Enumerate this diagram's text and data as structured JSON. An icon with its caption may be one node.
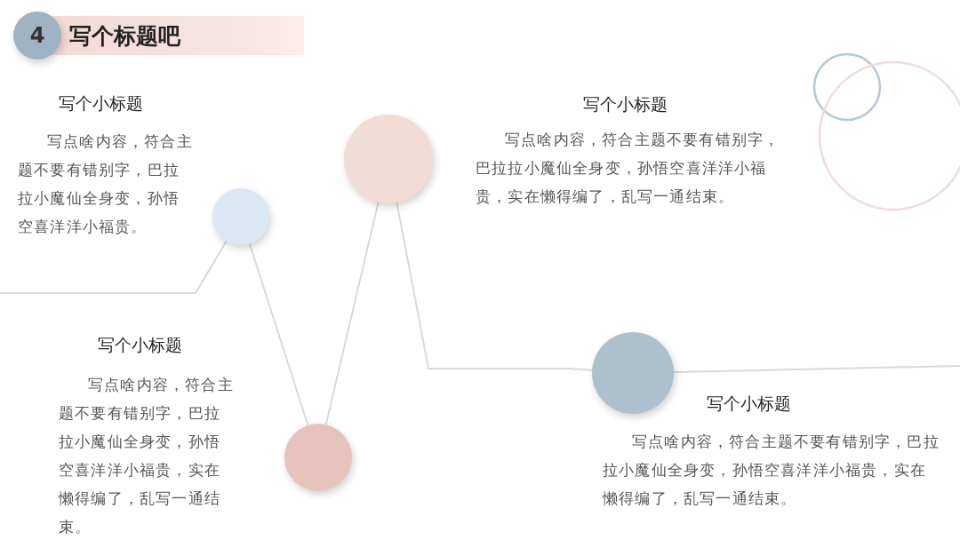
{
  "diagram": {
    "title": "写个标题吧",
    "nodes": [
      {
        "text": [
          "4"
        ]
      },
      {
        "text": [],
        "shape": "circle",
        "beside": [
          "写个小标题",
          "写点啥内容，符合主题不要有错别字，巴拉拉小魔仙全身变，孙悟空喜洋洋小福贵。"
        ]
      },
      {
        "text": [],
        "shape": "circle",
        "beside": [
          "写个小标题",
          "写点啥内容，符合主题不要有错别字，巴拉拉小魔仙全身变，孙悟空喜洋洋小福贵，实在懒得编了，乱写一通结束。"
        ]
      },
      {
        "text": [],
        "shape": "circle",
        "beside": [
          "写个小标题",
          "写点啥内容，符合主题不要有错别字，巴拉拉小魔仙全身变，孙悟空喜洋洋小福贵，实在懒得编了，乱写一通结束。"
        ]
      },
      {
        "text": [],
        "shape": "circle",
        "beside": [
          "写个小标题",
          "写点啥内容，符合主题不要有错别字，巴拉拉小魔仙全身变，孙悟空喜洋洋小福贵，实在懒得编了，乱写一通结束。"
        ]
      }
    ],
    "edges": [
      {
        "from": null,
        "to": 1,
        "arrow": "none"
      },
      {
        "from": 1,
        "to": 2,
        "arrow": "none"
      },
      {
        "from": 2,
        "to": 3,
        "arrow": "none"
      },
      {
        "from": 3,
        "to": 4,
        "arrow": "none"
      },
      {
        "from": 4,
        "to": null,
        "arrow": "none"
      }
    ]
  }
}
